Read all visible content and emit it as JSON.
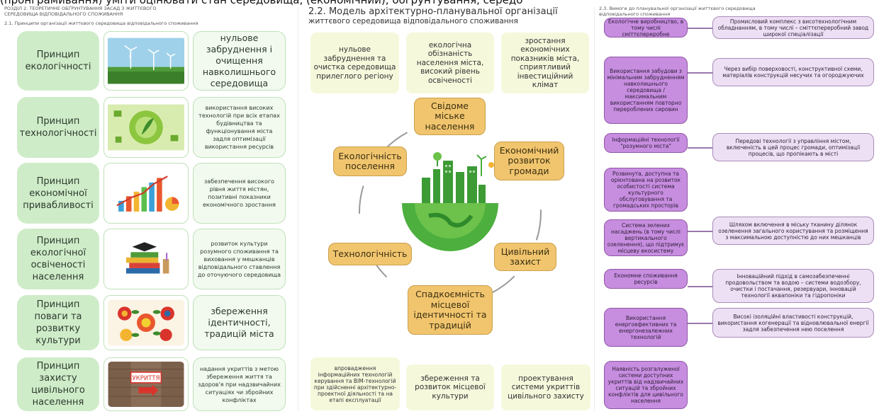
{
  "top_strip_text": "(пронграмивання) уміти оцінювати стан середовища, (економічний), обґрунтування, середо",
  "panel1": {
    "header": "РОЗДІЛ 2. ТЕОРЕТИЧНЕ ОБҐРУНТУВАННЯ ЗАСАД З ЖИТТЄВОГО\nСЕРЕДОВИЩА ВІДПОВІДАЛЬНОГО СПОЖИВАННЯ",
    "subheader": "2.1. Принципи організації життєвого середовища відповідального споживання",
    "rows": [
      {
        "principle": "Принцип екологічності",
        "description": "нульове забруднення і очищення навколишнього середовища",
        "size": "lg"
      },
      {
        "principle": "Принцип технологічності",
        "description": "використання високих технологій при всіх етапах будівництва та функціонування міста задля оптимізації використання ресурсів",
        "size": "sm"
      },
      {
        "principle": "Принцип економічної привабливості",
        "description": "забезпечення високого рівня життя містян, позитивні показники економічного зростання",
        "size": "sm"
      },
      {
        "principle": "Принцип екологічної освіченості населення",
        "description": "розвиток культури розумного споживання та виховання у мешканців відповідального ставлення до оточуючого середовища",
        "size": "sm"
      },
      {
        "principle": "Принцип поваги та розвитку культури",
        "description": "збереження ідентичності, традицій міста",
        "size": "lg"
      },
      {
        "principle": "Принцип захисту цивільного населення",
        "description": "надання укриттів з метою збереження життя та здоров'я при надзвичайних ситуаціях чи збройних конфліктах",
        "size": "sm"
      }
    ],
    "image_icons": [
      "wind-turbines-icon",
      "green-tech-icon",
      "growth-chart-icon",
      "education-books-icon",
      "folk-ornament-icon",
      "shelter-sign-icon"
    ],
    "shelter_sign_text": "УКРИТТЯ"
  },
  "panel2": {
    "title": "2.2. Модель архітектурно-планувальної організації",
    "subtitle": "життєвого середовища відповідального споживання",
    "top_goals": [
      "нульове забруднення та очистка середовища прилеглого регіону",
      "екологічна обізнаність населення міста, високий рівень освіченості",
      "зростання економічних показників міста, сприятливий інвестиційний клімат"
    ],
    "nodes": {
      "center_top": "Свідоме міське населення",
      "left_top": "Екологічність поселення",
      "right_top": "Економічний розвиток громади",
      "left_bottom": "Технологічність",
      "right_bottom": "Цивільний захист",
      "center_bottom": "Спадкоємність місцевої ідентичності та традицій"
    },
    "bottom_goals": [
      "впровадження інформаційних технологій керування та BIM-технологій при здійсненні архітектурно-проектної діяльності та на етапі експлуатації",
      "збереження та розвиток місцевої культури",
      "проектування системи укриттів цивільного захисту"
    ],
    "center_icon": "eco-city-globe-icon"
  },
  "panel3": {
    "header": "2.3. Вимоги до планувальної організації життєвого середовища\nвідповідального споживання",
    "rows": [
      {
        "requirement": "Екологічне виробництво, в тому числі сміттєпереробне",
        "explanation": "Промисловий комплекс з висотехнологічним обладнанням, в тому числі – сміттєпереробний завод широкої спеціалізації"
      },
      {
        "requirement": "Використання забудови з мінімальним забрудненням навколишнього середовища / максимальним використанням повторно перероблених сировин",
        "explanation": "Через вибір поверховості, конструктивної схеми, матеріалів конструкцій несучих та огороджуючих"
      },
      {
        "requirement": "Інформаційні технології \"розумного міста\"",
        "explanation": "Передові технології з управління містом, включеність в цей процес громади, оптимізації процесів, що пропікають в місті"
      },
      {
        "requirement": "Розвинута, доступна та орієнтована на розвиток особистості система культурного обслуговування та громадських просторів",
        "explanation": ""
      },
      {
        "requirement": "Система зелених насаджень (в тому числі вертикального озеленення), що підтримує місцеву екосистему",
        "explanation": "Шляхом включення в міську тканину ділянок озеленення загального користування та розміщення з максимальною доступністю до них мешканців"
      },
      {
        "requirement": "Економне споживання ресурсів",
        "explanation": "Інноваційний підхід в самозабезпеченні продовольством та водою – системи водозбору, очистки і постачання, резервуари, інновацій технології аквапоніки та гідропоніки"
      },
      {
        "requirement": "Використання енергоефективних та енергонезалежних технологій",
        "explanation": "Високі ізоляційні властивості конструкцій, використання когенерації та відновлювальної енергії задля забезпечення нею поселення"
      },
      {
        "requirement": "Наявність розгалуженої системи доступних укриттів від надзвичайних ситуацій та збройних конфліктів для цивільного населення",
        "explanation": ""
      }
    ]
  }
}
